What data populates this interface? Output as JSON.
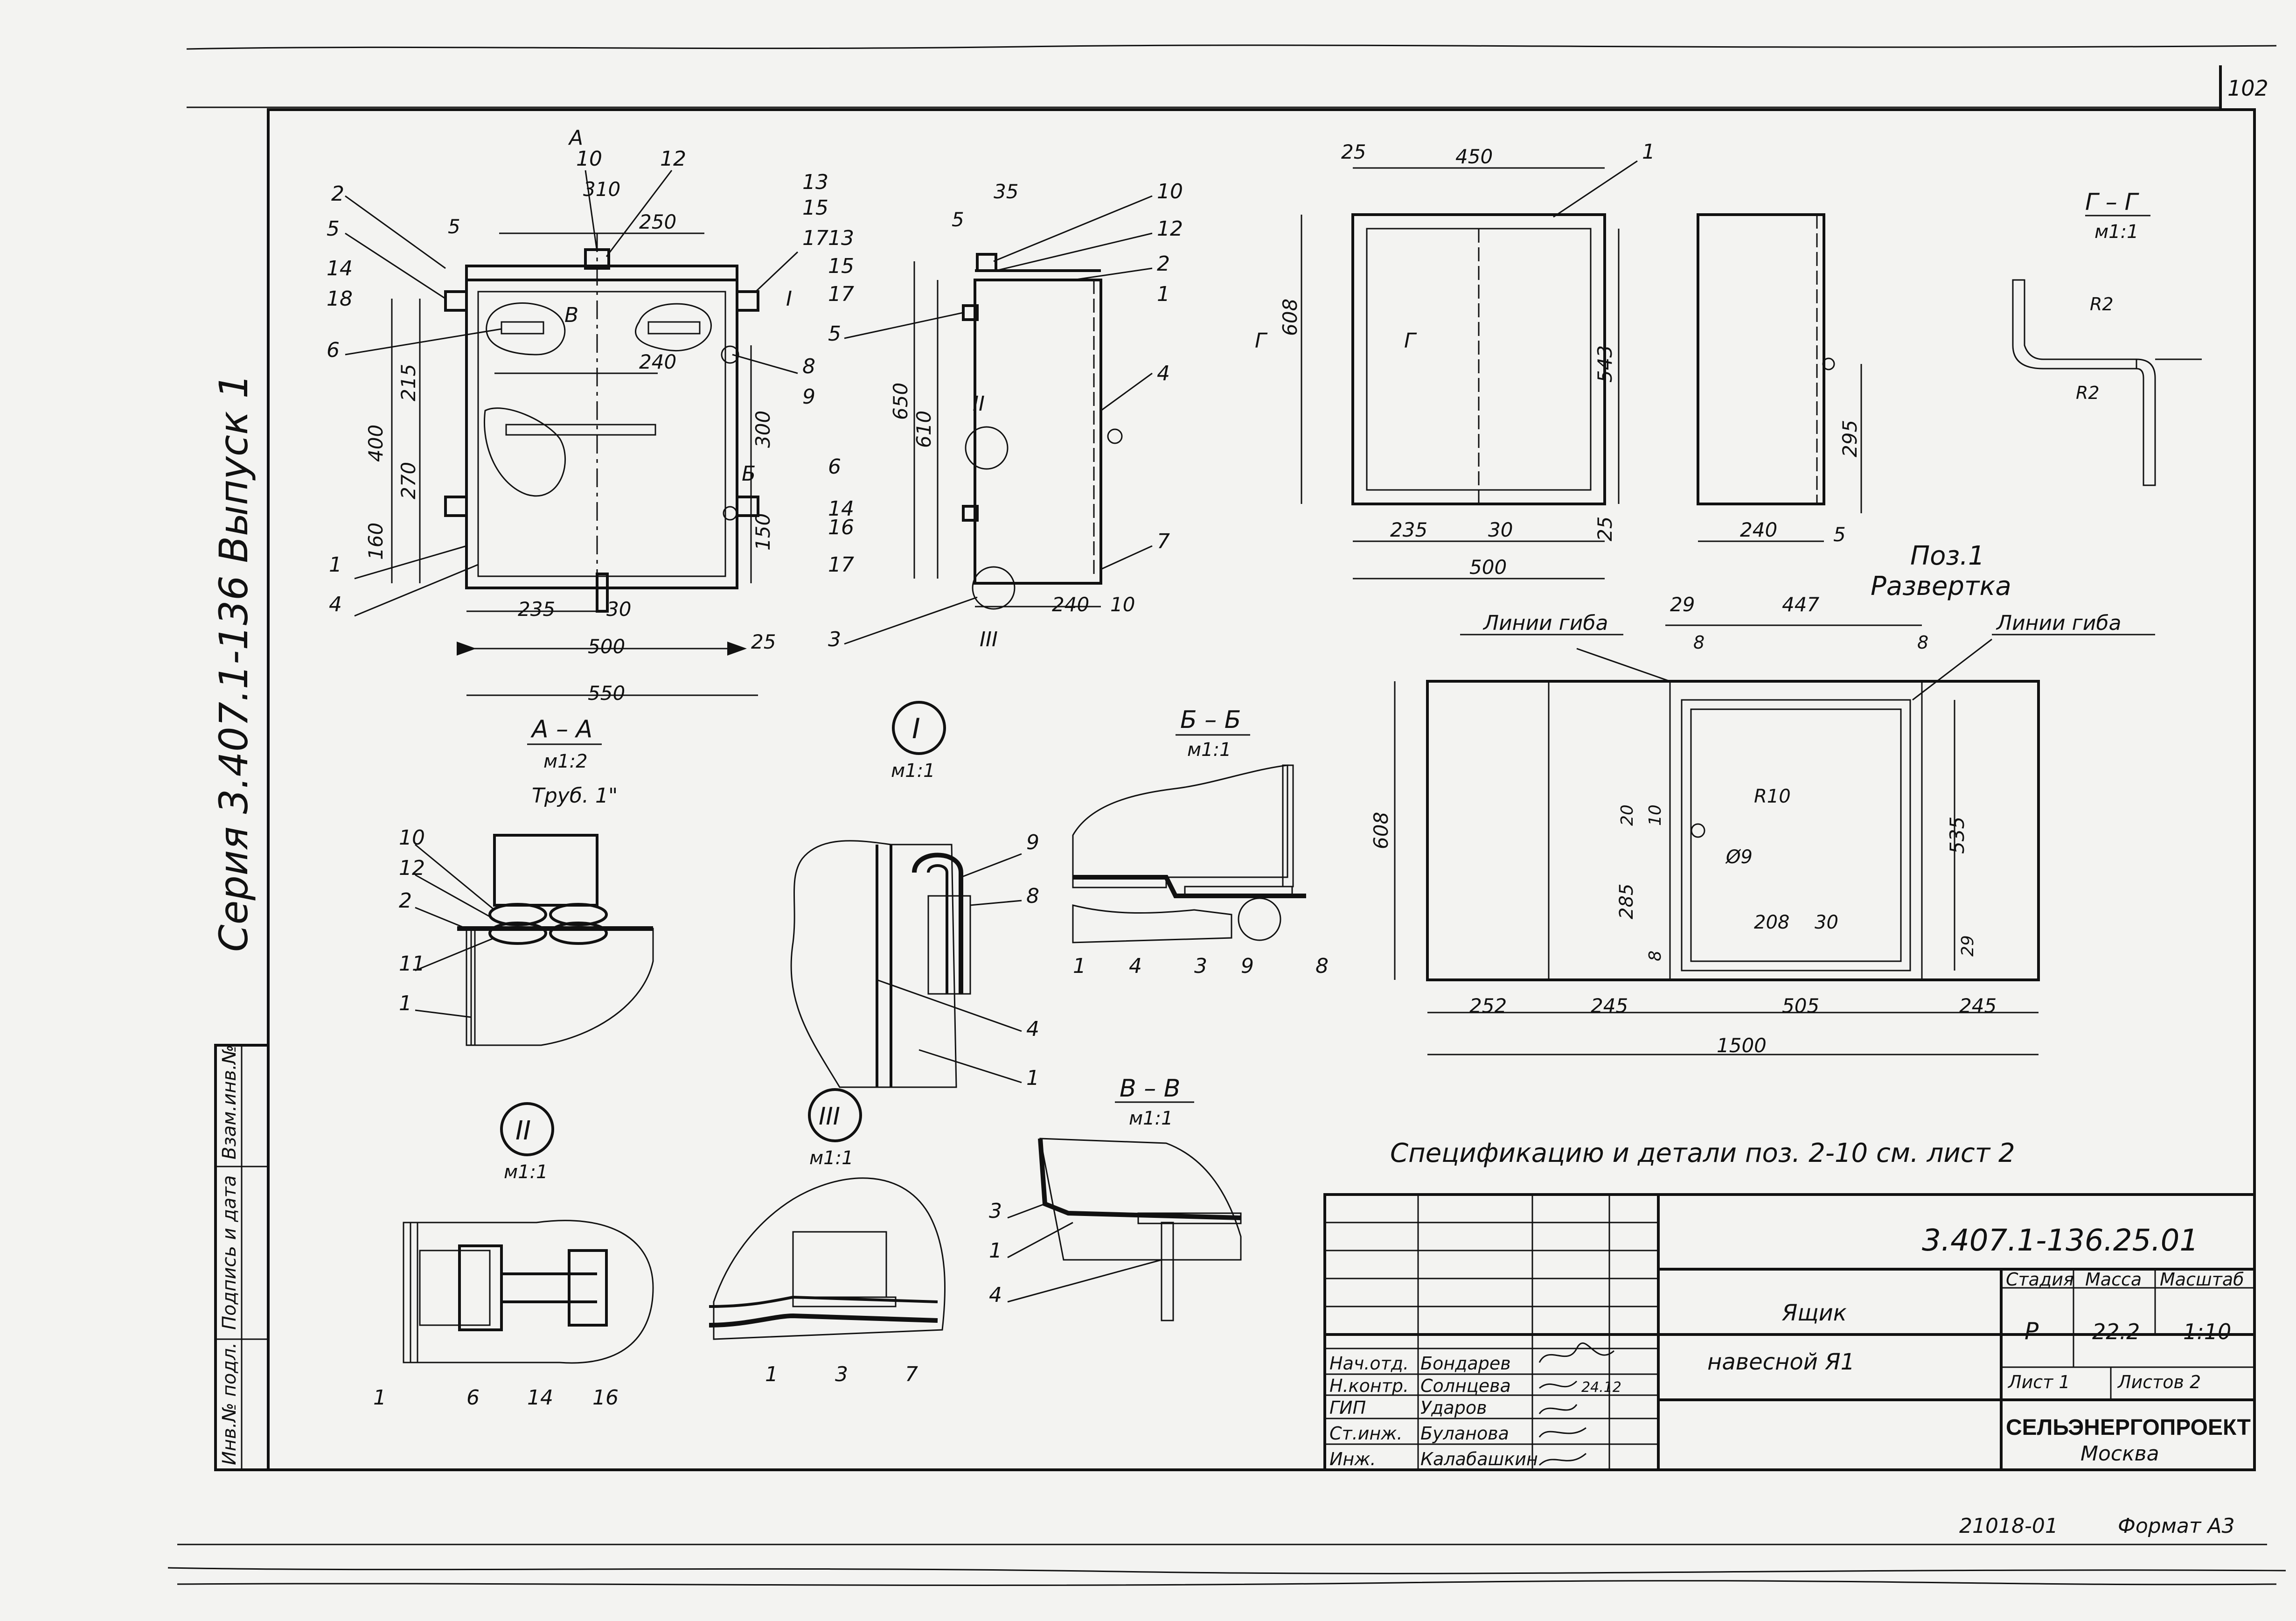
{
  "sheet_number": "102",
  "series": "Серия 3.407.1-136 Выпуск 1",
  "doc_code": "3.407.1-136.25.01",
  "title_lines": [
    "Ящик",
    "навесной  Я1"
  ],
  "stage_header": "Стадия",
  "mass_header": "Масса",
  "scale_header": "Масштаб",
  "stage_value": "Р",
  "mass_value": "22.2",
  "scale_value": "1:10",
  "sheet_label": "Лист 1",
  "sheets_label": "Листов 2",
  "organization": "СЕЛЬЭНЕРГОПРОЕКТ",
  "city": "Москва",
  "staff": [
    {
      "role": "Нач.отд.",
      "name": "Бондарев"
    },
    {
      "role": "Н.контр.",
      "name": "Солнцева"
    },
    {
      "role": "ГИП",
      "name": "Ударов"
    },
    {
      "role": "Ст.инж.",
      "name": "Буланова"
    },
    {
      "role": "Инж.",
      "name": "Калабашкин"
    }
  ],
  "signature_dates": [
    "24.12"
  ],
  "side_stamp": [
    "Инв.№ подл.",
    "Подпись и дата",
    "Взам.инв.№"
  ],
  "note": "Спецификацию и детали поз. 2-10 см. лист 2",
  "inventory_number": "21018-01",
  "format": "Формат А3",
  "section_labels": {
    "aa": "А – А",
    "aa_scale": "м1:2",
    "bb": "Б – Б",
    "bb_scale": "м1:1",
    "vv": "В – В",
    "vv_scale": "м1:1",
    "gg": "Г – Г",
    "gg_scale": "м1:1",
    "node1": "I",
    "node1_scale": "м1:1",
    "node2": "II",
    "node2_scale": "м1:1",
    "node3": "III",
    "node3_scale": "м1:1",
    "pos1": "Поз.1",
    "razvertka": "Развертка",
    "bend_lines_left": "Линии  гиба",
    "bend_lines_right": "Линии  гиба",
    "pipe": "Труб. 1\""
  },
  "front_view": {
    "dims": [
      "310",
      "250",
      "400",
      "215",
      "270",
      "160",
      "300",
      "150",
      "235",
      "30",
      "500",
      "25",
      "550",
      "240",
      "5"
    ],
    "callouts": [
      "2",
      "5",
      "14",
      "18",
      "6",
      "10",
      "12",
      "13",
      "15",
      "17",
      "I",
      "8",
      "9",
      "1",
      "4",
      "А",
      "Б",
      "В"
    ]
  },
  "side_view": {
    "dims": [
      "35",
      "5",
      "650",
      "610",
      "240",
      "10"
    ],
    "callouts": [
      "13",
      "15",
      "17",
      "5",
      "10",
      "12",
      "2",
      "1",
      "4",
      "II",
      "6",
      "14",
      "16",
      "17",
      "7",
      "3",
      "III"
    ]
  },
  "case_front": {
    "dims": [
      "25",
      "450",
      "608",
      "543",
      "235",
      "30",
      "500",
      "25"
    ],
    "callouts": [
      "1",
      "Г"
    ]
  },
  "case_side": {
    "dims": [
      "295",
      "240",
      "5"
    ]
  },
  "gg_detail": {
    "dims": [
      "R2",
      "R2"
    ]
  },
  "development": {
    "dims": [
      "29",
      "447",
      "8",
      "8",
      "608",
      "535",
      "R10",
      "Ø9",
      "20",
      "10",
      "285",
      "8",
      "208",
      "30",
      "29",
      "252",
      "245",
      "505",
      "245",
      "1500"
    ]
  },
  "aa_detail": {
    "callouts": [
      "10",
      "12",
      "2",
      "11",
      "1"
    ]
  },
  "node1_detail": {
    "callouts": [
      "9",
      "8",
      "4",
      "1"
    ]
  },
  "bb_detail": {
    "callouts": [
      "1",
      "4",
      "3",
      "9",
      "8"
    ]
  },
  "node2_detail": {
    "callouts": [
      "1",
      "6",
      "14",
      "16"
    ]
  },
  "node3_detail": {
    "callouts": [
      "1",
      "3",
      "7"
    ]
  },
  "vv_detail": {
    "callouts": [
      "3",
      "1",
      "4"
    ]
  }
}
